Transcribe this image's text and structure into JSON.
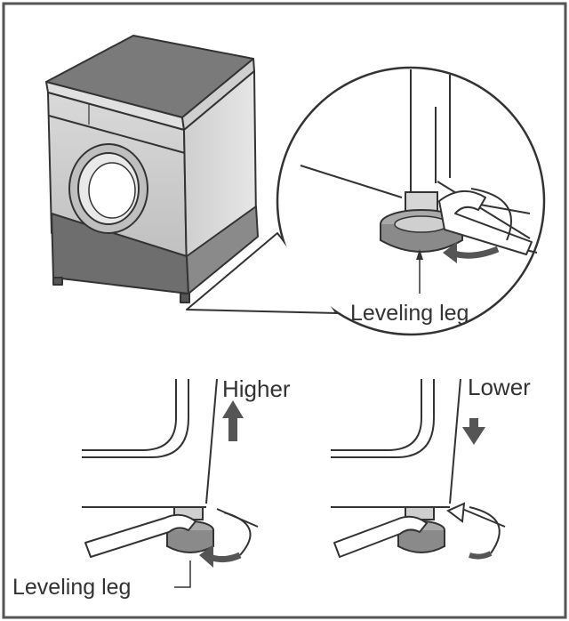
{
  "labels": {
    "leveling_leg_top": "Leveling leg",
    "higher": "Higher",
    "lower": "Lower",
    "leveling_leg_bottom": "Leveling leg"
  },
  "colors": {
    "frame": "#555555",
    "line": "#333333",
    "shade_dark": "#6e6e6e",
    "shade_mid": "#a9a9a9",
    "shade_light": "#d2d2d2",
    "arrow": "#555555"
  }
}
